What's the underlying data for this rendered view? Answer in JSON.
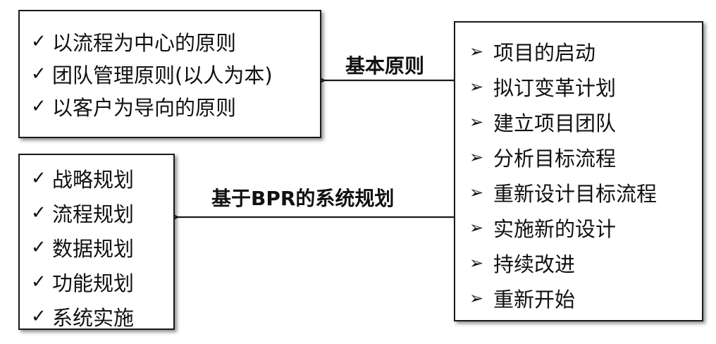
{
  "principles": {
    "items": [
      "以流程为中心的原则",
      "团队管理原则(以人为本)",
      "以客户为导向的原则"
    ]
  },
  "planning": {
    "items": [
      "战略规划",
      "流程规划",
      "数据规划",
      "功能规划",
      "系统实施"
    ]
  },
  "steps": {
    "items": [
      "项目的启动",
      "拟订变革计划",
      "建立项目团队",
      "分析目标流程",
      "重新设计目标流程",
      "实施新的设计",
      "持续改进",
      "重新开始"
    ]
  },
  "connectors": {
    "basic_label": "基本原则",
    "bpr_label": "基于BPR的系统规划"
  },
  "icons": {
    "check": "check-icon",
    "arrow": "arrow-bullet-icon"
  },
  "colors": {
    "line": "#1a1a1a",
    "text": "#111111"
  }
}
